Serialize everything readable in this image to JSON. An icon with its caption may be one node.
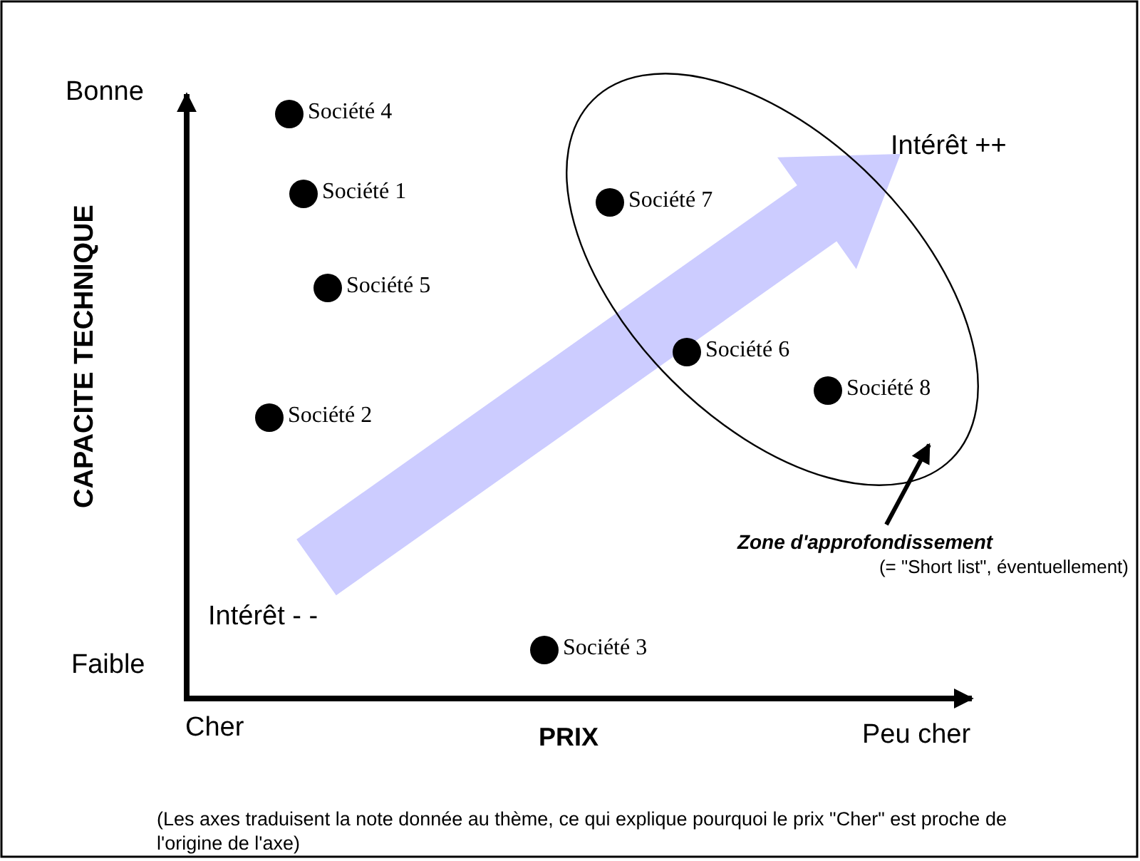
{
  "diagram": {
    "caption": "(Les axes traduisent la note donnée au thème, ce qui explique pourquoi le prix \"Cher\" est proche de l'origine de l'axe)",
    "nodes": [
      {
        "text": [],
        "shape": "ellipse"
      },
      {
        "text": [
          "Zone d'approfondissement",
          "(= \"Short list\", éventuellement)"
        ]
      },
      {
        "text": [
          "Intérêt - -"
        ]
      },
      {
        "text": [
          "Intérêt ++"
        ]
      }
    ],
    "edges": [
      {
        "from": 1,
        "to": 0,
        "arrow": "to"
      },
      {
        "from": 2,
        "to": 3,
        "arrow": "to",
        "style": "thick",
        "color": "#ccccff"
      }
    ],
    "labels": [
      "Bonne",
      "Société 4",
      "Société 1",
      "Société 7",
      "CAPACITE TECHNIQUE",
      "Société 5",
      "Société 6",
      "Société 8",
      "Société 2",
      "Société 3",
      "Faible",
      "Cher",
      "PRIX",
      "Peu cher"
    ]
  }
}
